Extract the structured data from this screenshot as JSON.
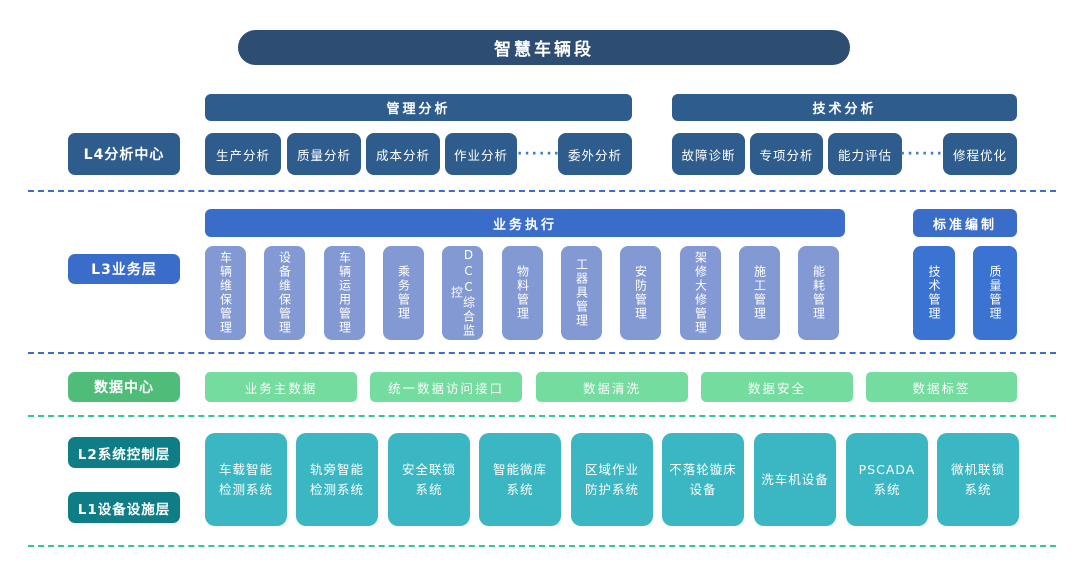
{
  "title": "智慧车辆段",
  "colors": {
    "navy": "#2d4d72",
    "steel_blue": "#2e5c8c",
    "bright_blue": "#3a6cca",
    "standard_box_blue": "#3b73d2",
    "periwinkle": "#8299d4",
    "green_label": "#50bc79",
    "green_item": "#74dc9e",
    "teal_label": "#0e7d86",
    "teal_box": "#3bb6c3",
    "divider_blue": "#3e6cd0",
    "divider_green": "#2ec98b"
  },
  "l4": {
    "label": "L4分析中心",
    "management": {
      "header": "管理分析",
      "items": [
        "生产分析",
        "质量分析",
        "成本分析",
        "作业分析",
        "委外分析"
      ],
      "ellipsis": "······"
    },
    "technical": {
      "header": "技术分析",
      "items": [
        "故障诊断",
        "专项分析",
        "能力评估",
        "修程优化"
      ],
      "ellipsis": "······"
    }
  },
  "l3": {
    "label": "L3业务层",
    "execution": {
      "header": "业务执行",
      "items": [
        "车辆维保管理",
        "设备维保管理",
        "车辆运用管理",
        "乘务管理",
        "DCC综合监控",
        "物料管理",
        "工器具管理",
        "安防管理",
        "架修大修管理",
        "施工管理",
        "能耗管理"
      ]
    },
    "standards": {
      "header": "标准编制",
      "items": [
        "技术管理",
        "质量管理"
      ]
    }
  },
  "data_center": {
    "label": "数据中心",
    "items": [
      "业务主数据",
      "统一数据访问接口",
      "数据清洗",
      "数据安全",
      "数据标签"
    ]
  },
  "bottom": {
    "label_l2": "L2系统控制层",
    "label_l1": "L1设备设施层",
    "items": [
      "车载智能\n检测系统",
      "轨旁智能\n检测系统",
      "安全联锁\n系统",
      "智能微库\n系统",
      "区域作业\n防护系统",
      "不落轮镟床\n设备",
      "洗车机设备",
      "PSCADA\n系统",
      "微机联锁\n系统"
    ]
  }
}
